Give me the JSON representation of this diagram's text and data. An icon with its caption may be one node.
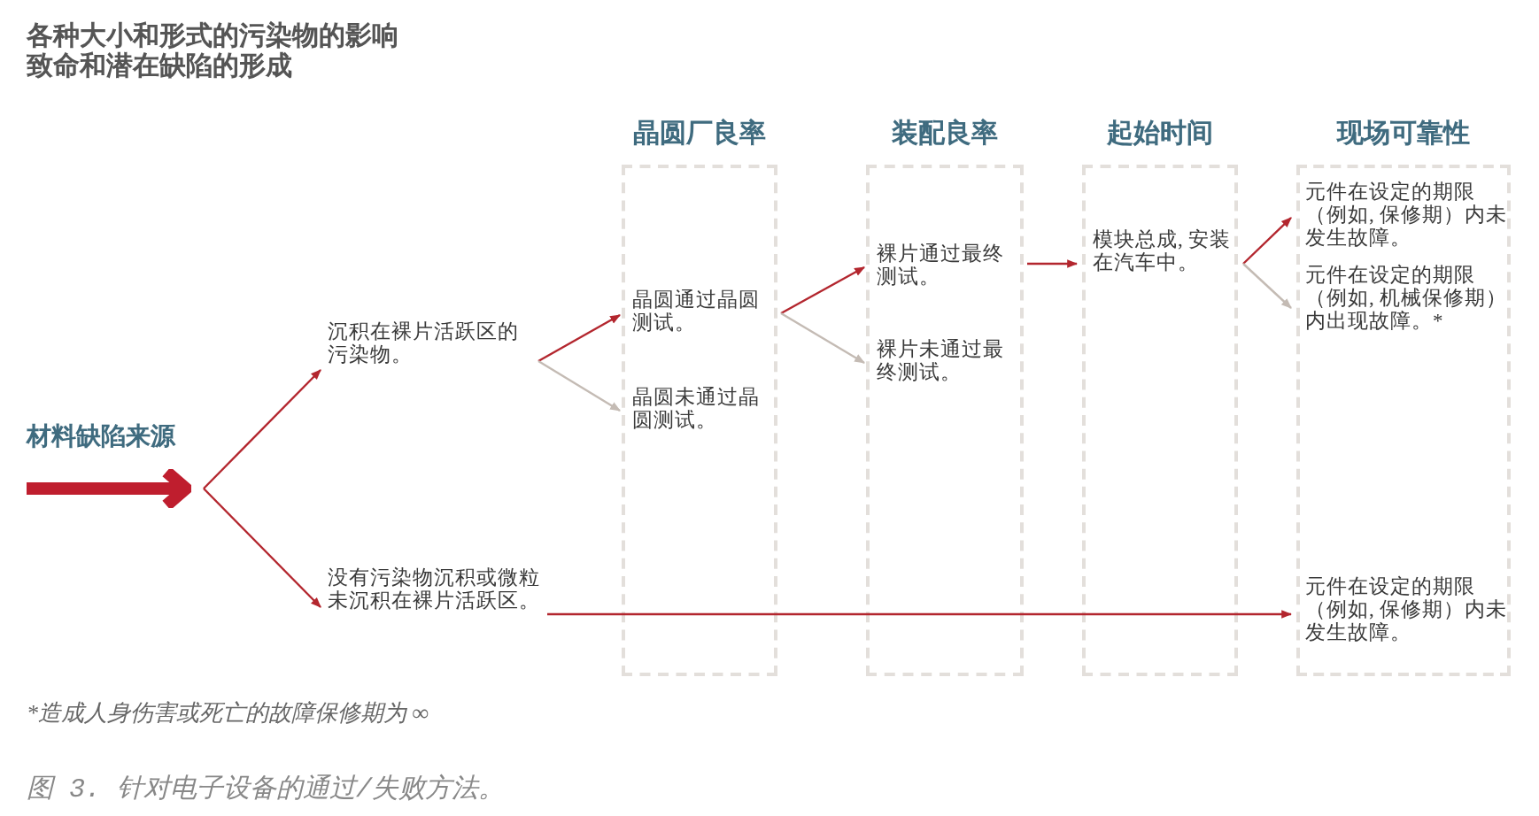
{
  "diagram": {
    "title": "各种大小和形式的污染物的影响致命和潜在缺陷的形成",
    "caption": "图 3. 针对电子设备的通过/失败方法。",
    "nodes": [
      {
        "text": [
          "材料缺陷来源"
        ]
      },
      {
        "text": [
          "沉积在裸片活跃区的污染物。"
        ]
      },
      {
        "text": [
          "没有污染物沉积或微粒未沉积在裸片活跃区。"
        ]
      },
      {
        "text": [
          "晶圆厂良率"
        ]
      },
      {
        "text": [
          "晶圆通过晶圆测试。"
        ],
        "in": 3
      },
      {
        "text": [
          "晶圆未通过晶圆测试。"
        ],
        "in": 3
      },
      {
        "text": [
          "装配良率"
        ]
      },
      {
        "text": [
          "裸片通过最终测试。"
        ],
        "in": 6
      },
      {
        "text": [
          "裸片未通过最终测试。"
        ],
        "in": 6
      },
      {
        "text": [
          "起始时间"
        ]
      },
      {
        "text": [
          "模块总成, 安装在汽车中。"
        ],
        "in": 9
      },
      {
        "text": [
          "现场可靠性"
        ]
      },
      {
        "text": [
          "元件在设定的期限（例如, 保修期）内未发生故障。"
        ],
        "in": 11
      },
      {
        "text": [
          "元件在设定的期限（例如, 机械保修期）内出现故障。*"
        ],
        "in": 11
      },
      {
        "text": [
          "元件在设定的期限（例如, 保修期）内未发生故障。"
        ],
        "in": 11
      }
    ],
    "edges": [
      {
        "from": 0,
        "to": 1,
        "arrow": "to"
      },
      {
        "from": 0,
        "to": 2,
        "arrow": "to"
      },
      {
        "from": 1,
        "to": 4,
        "arrow": "to"
      },
      {
        "from": 1,
        "to": 5,
        "arrow": "to",
        "color": "#c4bbb4"
      },
      {
        "from": 4,
        "to": 7,
        "arrow": "to"
      },
      {
        "from": 4,
        "to": 8,
        "arrow": "to",
        "color": "#c4bbb4"
      },
      {
        "from": 7,
        "to": 10,
        "arrow": "to"
      },
      {
        "from": 10,
        "to": 12,
        "arrow": "to"
      },
      {
        "from": 10,
        "to": 13,
        "arrow": "to",
        "color": "#c4bbb4"
      },
      {
        "from": 2,
        "to": 14,
        "arrow": "to"
      }
    ],
    "labels": [
      "*造成人身伤害或死亡的故障保修期为 ∞"
    ]
  }
}
